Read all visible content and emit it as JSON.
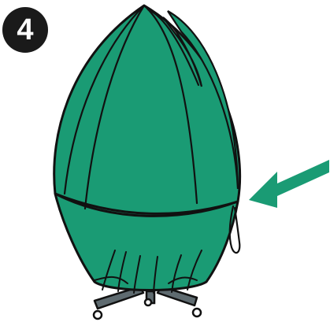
{
  "step": {
    "number": "4"
  },
  "colors": {
    "badge": "#1a1a1a",
    "cover": "#1a9b74",
    "cover_outline": "#111111",
    "arrow": "#1a9b74",
    "base": "#5f6b70",
    "background": "#ffffff"
  },
  "icons": {
    "step_badge": "numbered-circle",
    "cover": "egg-chair-cover",
    "drawstring": "drawstring-loop",
    "arrow": "pointer-arrow",
    "base": "swivel-star-base"
  }
}
